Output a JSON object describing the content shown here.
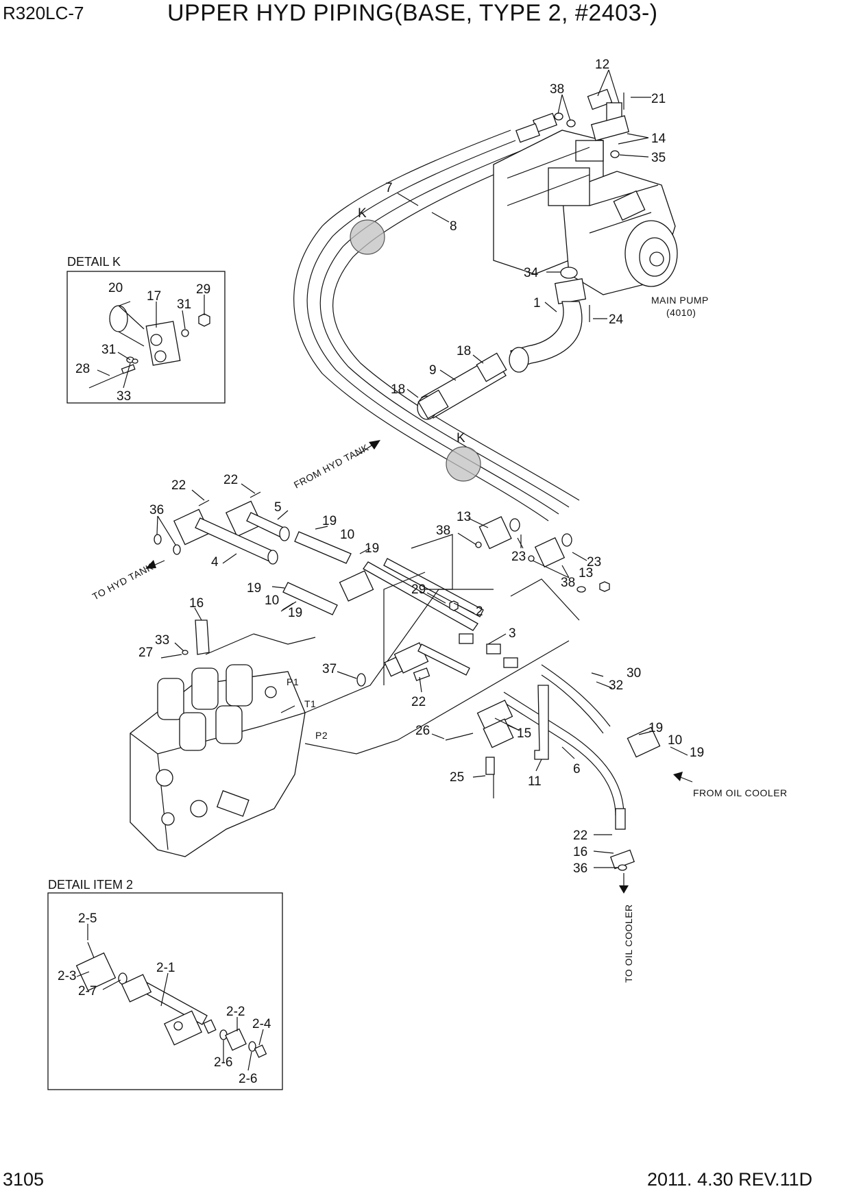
{
  "header": {
    "model": "R320LC-7",
    "title": "UPPER HYD PIPING(BASE, TYPE 2, #2403-)"
  },
  "footer": {
    "page_number": "3105",
    "revision": "2011. 4.30  REV.11D"
  },
  "details": {
    "detail_k": "DETAIL  K",
    "detail_item_2": "DETAIL ITEM 2",
    "section_mark": "K"
  },
  "annotations": {
    "main_pump": "MAIN PUMP",
    "main_pump_code": "(4010)",
    "from_hyd_tank": "FROM HYD TANK",
    "to_hyd_tank": "TO HYD TANK",
    "from_oil_cooler": "FROM OIL COOLER",
    "to_oil_cooler": "TO OIL COOLER",
    "port_p1": "P1",
    "port_t1": "T1",
    "port_p2": "P2"
  },
  "callouts": [
    {
      "id": "c12",
      "text": "12"
    },
    {
      "id": "c38a",
      "text": "38"
    },
    {
      "id": "c21",
      "text": "21"
    },
    {
      "id": "c14",
      "text": "14"
    },
    {
      "id": "c35",
      "text": "35"
    },
    {
      "id": "c7",
      "text": "7"
    },
    {
      "id": "c8",
      "text": "8"
    },
    {
      "id": "c34",
      "text": "34"
    },
    {
      "id": "c1",
      "text": "1"
    },
    {
      "id": "c24",
      "text": "24"
    },
    {
      "id": "c18a",
      "text": "18"
    },
    {
      "id": "c9",
      "text": "9"
    },
    {
      "id": "c18b",
      "text": "18"
    },
    {
      "id": "c22a",
      "text": "22"
    },
    {
      "id": "c22b",
      "text": "22"
    },
    {
      "id": "c36a",
      "text": "36"
    },
    {
      "id": "c5",
      "text": "5"
    },
    {
      "id": "c19a",
      "text": "19"
    },
    {
      "id": "c10a",
      "text": "10"
    },
    {
      "id": "c19b",
      "text": "19"
    },
    {
      "id": "c4",
      "text": "4"
    },
    {
      "id": "c13a",
      "text": "13"
    },
    {
      "id": "c38b",
      "text": "38"
    },
    {
      "id": "c23a",
      "text": "23"
    },
    {
      "id": "c23b",
      "text": "23"
    },
    {
      "id": "c38c",
      "text": "38"
    },
    {
      "id": "c13b",
      "text": "13"
    },
    {
      "id": "c19c",
      "text": "19"
    },
    {
      "id": "c10b",
      "text": "10"
    },
    {
      "id": "c19d",
      "text": "19"
    },
    {
      "id": "c29",
      "text": "29"
    },
    {
      "id": "c2",
      "text": "2"
    },
    {
      "id": "c3",
      "text": "3"
    },
    {
      "id": "c16a",
      "text": "16"
    },
    {
      "id": "c33",
      "text": "33"
    },
    {
      "id": "c27",
      "text": "27"
    },
    {
      "id": "c37",
      "text": "37"
    },
    {
      "id": "c22c",
      "text": "22"
    },
    {
      "id": "c30",
      "text": "30"
    },
    {
      "id": "c32",
      "text": "32"
    },
    {
      "id": "c26",
      "text": "26"
    },
    {
      "id": "c15",
      "text": "15"
    },
    {
      "id": "c19e",
      "text": "19"
    },
    {
      "id": "c10c",
      "text": "10"
    },
    {
      "id": "c19f",
      "text": "19"
    },
    {
      "id": "c6",
      "text": "6"
    },
    {
      "id": "c25",
      "text": "25"
    },
    {
      "id": "c11",
      "text": "11"
    },
    {
      "id": "c22d",
      "text": "22"
    },
    {
      "id": "c16b",
      "text": "16"
    },
    {
      "id": "c36b",
      "text": "36"
    }
  ],
  "detail_k_callouts": [
    {
      "id": "k20",
      "text": "20"
    },
    {
      "id": "k17",
      "text": "17"
    },
    {
      "id": "k31a",
      "text": "31"
    },
    {
      "id": "k29",
      "text": "29"
    },
    {
      "id": "k31b",
      "text": "31"
    },
    {
      "id": "k28",
      "text": "28"
    },
    {
      "id": "k33",
      "text": "33"
    }
  ],
  "detail_2_callouts": [
    {
      "id": "d25",
      "text": "2-5"
    },
    {
      "id": "d23",
      "text": "2-3"
    },
    {
      "id": "d27",
      "text": "2-7"
    },
    {
      "id": "d21",
      "text": "2-1"
    },
    {
      "id": "d22",
      "text": "2-2"
    },
    {
      "id": "d24",
      "text": "2-4"
    },
    {
      "id": "d26a",
      "text": "2-6"
    },
    {
      "id": "d26b",
      "text": "2-6"
    }
  ]
}
